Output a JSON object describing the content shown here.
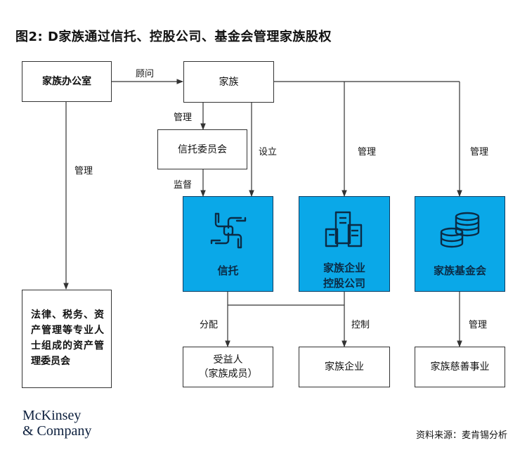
{
  "title": "图2: D家族通过信托、控股公司、基金会管理家族股权",
  "nodes": {
    "family_office": "家族办公室",
    "family": "家族",
    "trust_committee": "信托委员会",
    "trust": "信托",
    "holding_line1": "家族企业",
    "holding_line2": "控股公司",
    "foundation": "家族基金会",
    "professionals": "法律、税务、资产管理等专业人士组成的资产管理委员会",
    "beneficiary_line1": "受益人",
    "beneficiary_line2": "（家族成员）",
    "family_business": "家族企业",
    "philanthropy": "家族慈善事业"
  },
  "edges": {
    "advise": "顾问",
    "manage_office": "管理",
    "manage_committee": "管理",
    "establish": "设立",
    "supervise": "监督",
    "manage_holding": "管理",
    "manage_foundation": "管理",
    "distribute": "分配",
    "control": "控制",
    "manage_philanthropy": "管理"
  },
  "icons": {
    "trust": "hands-icon",
    "holding": "buildings-icon",
    "foundation": "coins-icon"
  },
  "colors": {
    "accent_box": "#0aa8e8",
    "line": "#333333"
  },
  "logo": {
    "line1": "McKinsey",
    "line2": "& Company"
  },
  "source": "资料来源：麦肯锡分析"
}
